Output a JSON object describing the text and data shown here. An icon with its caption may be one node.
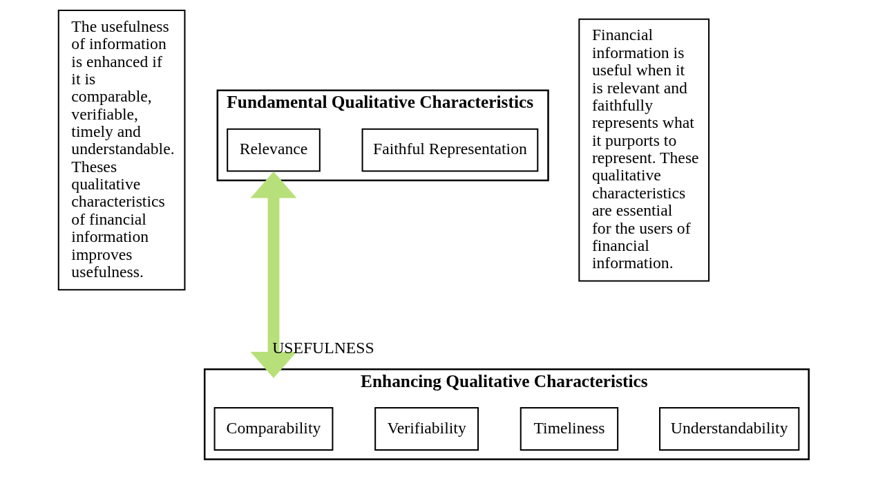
{
  "diagram": {
    "nodes": [
      {
        "text": [
          "The usefulness of information is enhanced if it is comparable, verifiable, timely and understandable. Theses qualitative characteristics of financial information improves usefulness."
        ]
      },
      {
        "text": [
          "Fundamental Qualitative Characteristics"
        ]
      },
      {
        "text": [
          "Relevance"
        ],
        "in": 1
      },
      {
        "text": [
          "Faithful Representation"
        ],
        "in": 1
      },
      {
        "text": [
          "Enhancing Qualitative Characteristics"
        ]
      },
      {
        "text": [
          "Comparability"
        ],
        "in": 4
      },
      {
        "text": [
          "Verifiability"
        ],
        "in": 4
      },
      {
        "text": [
          "Timeliness"
        ],
        "in": 4
      },
      {
        "text": [
          "Understandability"
        ],
        "in": 4
      },
      {
        "text": [
          "Financial information is useful when it is relevant and faithfully represents what it purports to represent. These qualitative characteristics are essential for the users of financial information."
        ]
      }
    ],
    "edges": [
      {
        "from": 1,
        "to": 4,
        "arrow": "both",
        "label": "USEFULNESS",
        "color": "#b8e07a"
      }
    ]
  }
}
